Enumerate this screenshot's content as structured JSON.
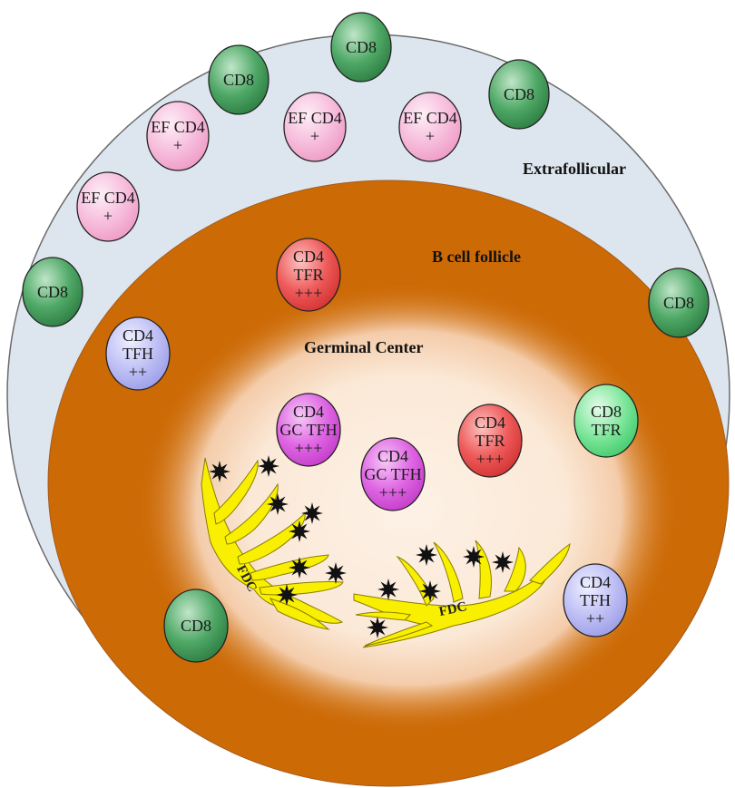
{
  "regions": {
    "extrafollicular": "Extrafollicular",
    "follicle": "B cell follicle",
    "germinal_center": "Germinal Center"
  },
  "colors": {
    "extrafollicular": "#dde6ee",
    "follicle": "#cc6a05",
    "germinal_center": "#fbeee1",
    "cd8": "#3f9a58",
    "cd8_tfr": "#6fe08f",
    "ef_cd4": "#f4b3d6",
    "tfr": "#e8474a",
    "tfh": "#b5b6f0",
    "gc_tfh": "#d855dd",
    "fdc": "#f8f000",
    "star": "#111111"
  },
  "cells": [
    {
      "type": "cd8",
      "lines": [
        "CD8"
      ]
    },
    {
      "type": "cd8",
      "lines": [
        "CD8"
      ]
    },
    {
      "type": "cd8",
      "lines": [
        "CD8"
      ]
    },
    {
      "type": "ef_cd4",
      "lines": [
        "EF CD4",
        "+"
      ]
    },
    {
      "type": "ef_cd4",
      "lines": [
        "EF CD4",
        "+"
      ]
    },
    {
      "type": "ef_cd4",
      "lines": [
        "EF CD4",
        "+"
      ]
    },
    {
      "type": "ef_cd4",
      "lines": [
        "EF CD4",
        "+"
      ]
    },
    {
      "type": "cd8",
      "lines": [
        "CD8"
      ]
    },
    {
      "type": "cd8",
      "lines": [
        "CD8"
      ]
    },
    {
      "type": "tfr",
      "lines": [
        "CD4",
        "TFR",
        "+++"
      ]
    },
    {
      "type": "tfh",
      "lines": [
        "CD4",
        "TFH",
        "++"
      ]
    },
    {
      "type": "gc_tfh",
      "lines": [
        "CD4",
        "GC TFH",
        "+++"
      ]
    },
    {
      "type": "gc_tfh",
      "lines": [
        "CD4",
        "GC TFH",
        "+++"
      ]
    },
    {
      "type": "tfr",
      "lines": [
        "CD4",
        "TFR",
        "+++"
      ]
    },
    {
      "type": "cd8_tfr",
      "lines": [
        "CD8",
        "TFR"
      ]
    },
    {
      "type": "cd8",
      "lines": [
        "CD8"
      ]
    },
    {
      "type": "tfh",
      "lines": [
        "CD4",
        "TFH",
        "++"
      ]
    }
  ],
  "fdc": [
    "FDC",
    "FDC"
  ]
}
